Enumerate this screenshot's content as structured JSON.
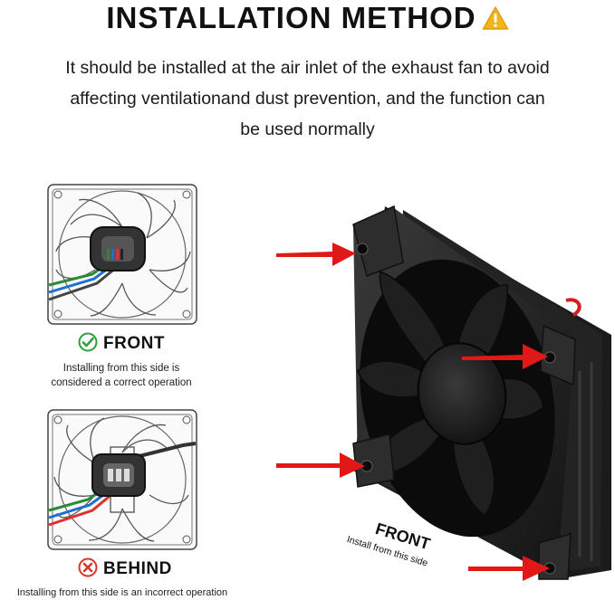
{
  "header": {
    "title": "INSTALLATION METHOD",
    "warning_icon": "warning-triangle-icon",
    "description_lines": [
      "It should be installed at the air inlet of the exhaust fan to avoid",
      "affecting ventilationand dust prevention, and the function can",
      "be used normally"
    ]
  },
  "front_panel": {
    "label": "FRONT",
    "status_icon": "check-circle-icon",
    "status_color": "#2e9e3a",
    "note_lines": [
      "Installing from this side is",
      "considered a correct operation"
    ]
  },
  "behind_panel": {
    "label": "BEHIND",
    "status_icon": "cross-circle-icon",
    "status_color": "#d8342c",
    "note_lines": [
      "Installing from this side is an incorrect operation"
    ]
  },
  "fan_photo": {
    "front_label": "FRONT",
    "install_note": "Install from this side",
    "arrow_color": "#e01818"
  }
}
